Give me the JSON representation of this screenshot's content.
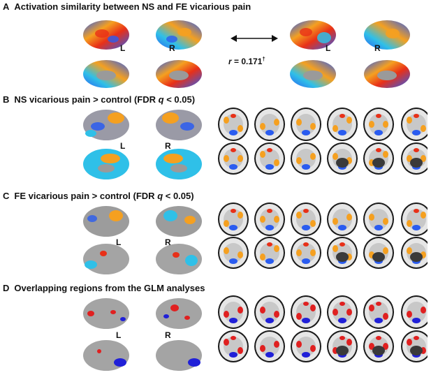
{
  "panels": [
    {
      "letter": "A",
      "title": "Activation similarity between NS and FE vicarious pain"
    },
    {
      "letter": "B",
      "title": "NS vicarious pain > control (FDR q < 0.05)",
      "q_symbol": "q",
      "title_pre": "NS vicarious pain > control (FDR ",
      "title_post": " < 0.05)"
    },
    {
      "letter": "C",
      "title": "FE vicarious pain > control (FDR q < 0.05)",
      "q_symbol": "q",
      "title_pre": "FE vicarious pain > control (FDR ",
      "title_post": " < 0.05)"
    },
    {
      "letter": "D",
      "title": "Overlapping regions from the GLM analyses"
    }
  ],
  "hemisphere_labels": {
    "left": "L",
    "right": "R"
  },
  "correlation": {
    "symbol": "r",
    "value": " = 0.171",
    "marker": "†"
  },
  "colors": {
    "warm": "#f5a020",
    "hot": "#e83018",
    "cool": "#2a5cf0",
    "cyan": "#2fc0e8",
    "gray_brain": "#a4a4a4",
    "overlap_red": "#e02020",
    "overlap_blue": "#2020d8"
  },
  "icons": {
    "double_arrow": "double-arrow-icon"
  }
}
